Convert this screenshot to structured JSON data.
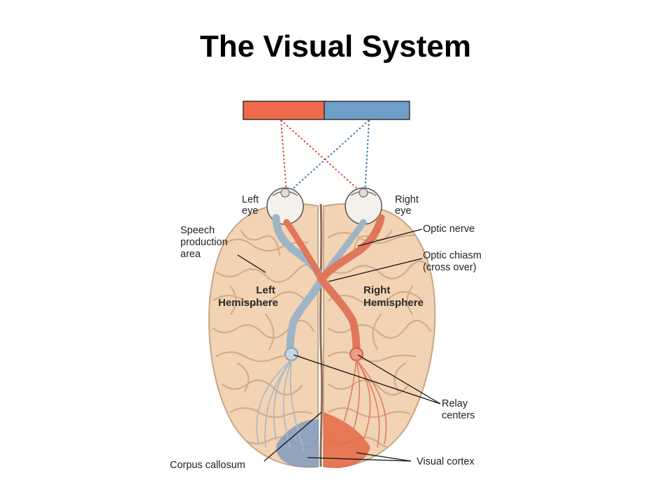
{
  "title": "The Visual System",
  "colors": {
    "left_field": "#ef6a4c",
    "right_field": "#6f9fc8",
    "left_dotted": "#d44b33",
    "right_dotted": "#3f74a6",
    "brain": "#f2d3b4",
    "brain_fold": "#d2ad8c",
    "blue_pathway": "#9fb4c6",
    "red_pathway": "#e0765a"
  },
  "labels": {
    "left_eye": [
      "Left",
      "eye"
    ],
    "right_eye": [
      "Right",
      "eye"
    ],
    "speech_area": [
      "Speech",
      "production",
      "area"
    ],
    "optic_nerve": "Optic nerve",
    "optic_chiasm": [
      "Optic chiasm",
      "(cross over)"
    ],
    "left_hemisphere": [
      "Left",
      "Hemisphere"
    ],
    "right_hemisphere": [
      "Right",
      "Hemisphere"
    ],
    "relay_centers": [
      "Relay",
      "centers"
    ],
    "corpus_callosum": "Corpus callosum",
    "visual_cortex": "Visual cortex"
  }
}
